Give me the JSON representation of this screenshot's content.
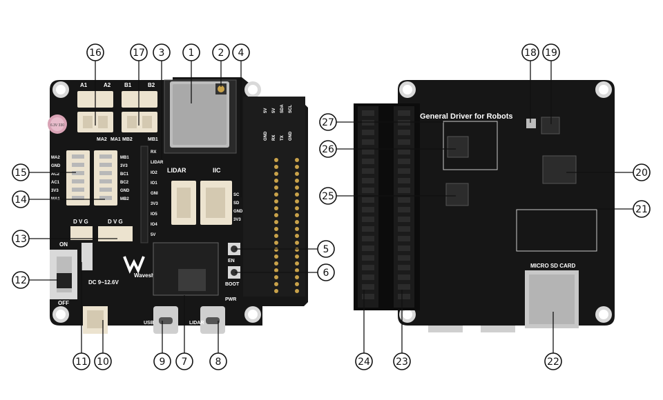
{
  "diagram": {
    "front_board": {
      "connector_labels": {
        "a1": "A1",
        "a2": "A2",
        "b1": "B1",
        "b2": "B2",
        "ma2": "MA2",
        "ma1": "MA1",
        "mb2": "MB2",
        "mb1": "MB1",
        "lidar": "LIDAR",
        "iic": "IIC",
        "dvg1": "D  V  G",
        "dvg2": "D  V  G",
        "on": "ON",
        "off": "OFF",
        "dc_range": "DC 9~12.6V",
        "usb": "USB",
        "lidar_usb": "LIDAR",
        "pwr": "PWR",
        "en": "EN",
        "boot": "BOOT",
        "brand": "Waveshare",
        "cap_text": "6.3V 330"
      },
      "left_pins": [
        "MA2",
        "GND",
        "AC2",
        "AC1",
        "3V3",
        "MA1"
      ],
      "right_pins": [
        "MB1",
        "3V3",
        "BC1",
        "BC2",
        "GND",
        "MB2"
      ],
      "io_pins": [
        "RX",
        "LIDAR",
        "IO2",
        "IO1",
        "GNI",
        "3V3",
        "IO5",
        "IO4",
        "5V"
      ],
      "iic_pins": [
        "SC",
        "SD",
        "GND",
        "3V3"
      ],
      "header_cols": [
        "5V",
        "5V",
        "SDA",
        "SCL",
        "GND",
        "RX",
        "TX",
        "GND"
      ]
    },
    "back_board": {
      "title": "General Driver for Robots",
      "sd_label": "MICRO SD CARD"
    },
    "callouts": [
      "1",
      "2",
      "3",
      "4",
      "5",
      "6",
      "7",
      "8",
      "9",
      "10",
      "11",
      "12",
      "13",
      "14",
      "15",
      "16",
      "17",
      "18",
      "19",
      "20",
      "21",
      "22",
      "23",
      "24",
      "25",
      "26",
      "27"
    ],
    "colors": {
      "pcb": "#161616",
      "connector": "#ece3cf",
      "pin_gold": "#c9a24a",
      "callout_line": "#111111"
    }
  }
}
